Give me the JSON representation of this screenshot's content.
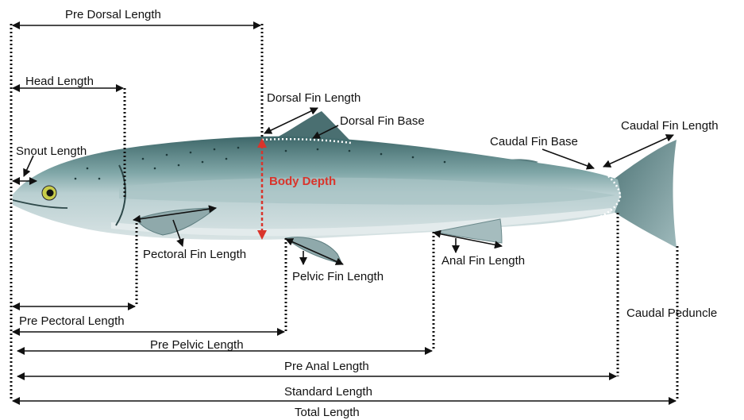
{
  "diagram": {
    "accent_color": "#d9342b",
    "line_color": "#111111",
    "subject": "fish-illustration",
    "labels": {
      "pre_dorsal_length": "Pre Dorsal Length",
      "head_length": "Head Length",
      "snout_length": "Snout Length",
      "dorsal_fin_length": "Dorsal Fin Length",
      "dorsal_fin_base": "Dorsal Fin Base",
      "body_depth": "Body Depth",
      "caudal_fin_base": "Caudal Fin Base",
      "caudal_fin_length": "Caudal Fin Length",
      "pectoral_fin_length": "Pectoral Fin Length",
      "pelvic_fin_length": "Pelvic Fin Length",
      "anal_fin_length": "Anal Fin Length",
      "caudal_peduncle": "Caudal Peduncle",
      "pre_pectoral_length": "Pre Pectoral Length",
      "pre_pelvic_length": "Pre Pelvic Length",
      "pre_anal_length": "Pre Anal Length",
      "standard_length": "Standard Length",
      "total_length": "Total Length"
    }
  }
}
